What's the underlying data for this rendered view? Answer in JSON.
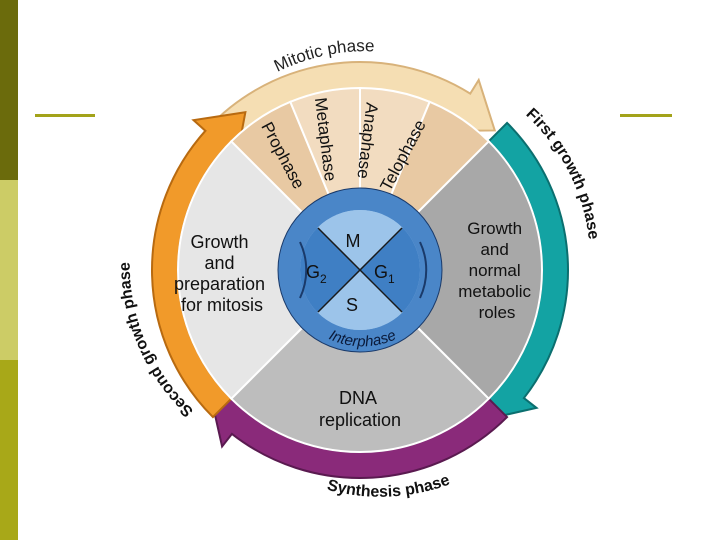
{
  "colors": {
    "sidebar_dark": "#6b6b0c",
    "sidebar_mid": "#cccc66",
    "sidebar_light": "#a8a818",
    "rule": "#a3a31a",
    "mitotic_arrow": "#f5deb3",
    "first_growth_arrow": "#13a3a3",
    "synthesis_arrow": "#8a2a7a",
    "second_growth_arrow": "#f19a2a",
    "sector_g1": "#a8a8a8",
    "sector_s": "#bdbdbd",
    "sector_g2": "#e6e6e6",
    "sector_mitosis_a": "#e8c9a3",
    "sector_mitosis_b": "#f2dcc0",
    "interphase_ring": "#4a86c8",
    "center_light": "#9cc4ea",
    "center_dark": "#3f7fc4"
  },
  "arrows": {
    "mitotic": "Mitotic phase",
    "first_growth": "First growth phase",
    "synthesis": "Synthesis phase",
    "second_growth": "Second growth phase"
  },
  "mitosis_stages": [
    "Prophase",
    "Metaphase",
    "Anaphase",
    "Telophase"
  ],
  "sectors": {
    "g1": [
      "Growth",
      "and",
      "normal",
      "metabolic",
      "roles"
    ],
    "s": [
      "DNA",
      "replication"
    ],
    "g2": [
      "Growth",
      "and",
      "preparation",
      "for mitosis"
    ]
  },
  "center": {
    "m": "M",
    "g1": "G",
    "g1_sub": "1",
    "g2": "G",
    "g2_sub": "2",
    "s": "S",
    "ring_label": "Interphase"
  }
}
